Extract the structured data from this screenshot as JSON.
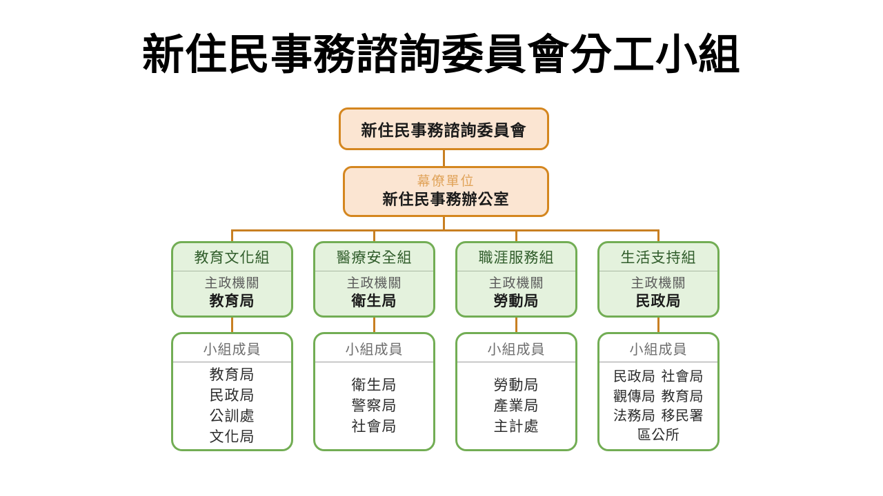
{
  "title": "新住民事務諮詢委員會分工小組",
  "colors": {
    "orange_border": "#d4861f",
    "orange_fill": "#fbe5d2",
    "orange_caption": "#e0a359",
    "connector": "#c87f22",
    "green_border": "#72ad54",
    "green_fill": "#e4f2dd",
    "green_header_text": "#2f5c2a",
    "gray_caption": "#5a5a5a",
    "member_header_text": "#6e6e6e",
    "body_text": "#2b2b2b",
    "background": "#ffffff"
  },
  "root": {
    "label": "新住民事務諮詢委員會"
  },
  "staff_unit": {
    "caption": "幕僚單位",
    "name": "新住民事務辦公室"
  },
  "labels": {
    "lead_agency_caption": "主政機關",
    "members_caption": "小組成員"
  },
  "groups": [
    {
      "name": "教育文化組",
      "lead_caption": "主政機關",
      "lead_agency": "教育局",
      "members_caption": "小組成員",
      "columns": 1,
      "members": [
        [
          "教育局"
        ],
        [
          "民政局"
        ],
        [
          "公訓處"
        ],
        [
          "文化局"
        ]
      ]
    },
    {
      "name": "醫療安全組",
      "lead_caption": "主政機關",
      "lead_agency": "衛生局",
      "members_caption": "小組成員",
      "columns": 1,
      "members": [
        [
          "衛生局"
        ],
        [
          "警察局"
        ],
        [
          "社會局"
        ]
      ]
    },
    {
      "name": "職涯服務組",
      "lead_caption": "主政機關",
      "lead_agency": "勞動局",
      "members_caption": "小組成員",
      "columns": 1,
      "members": [
        [
          "勞動局"
        ],
        [
          "產業局"
        ],
        [
          "主計處"
        ]
      ]
    },
    {
      "name": "生活支持組",
      "lead_caption": "主政機關",
      "lead_agency": "民政局",
      "members_caption": "小組成員",
      "columns": 2,
      "members": [
        [
          "民政局",
          "社會局"
        ],
        [
          "觀傳局",
          "教育局"
        ],
        [
          "法務局",
          "移民署"
        ],
        [
          "區公所"
        ]
      ]
    }
  ]
}
